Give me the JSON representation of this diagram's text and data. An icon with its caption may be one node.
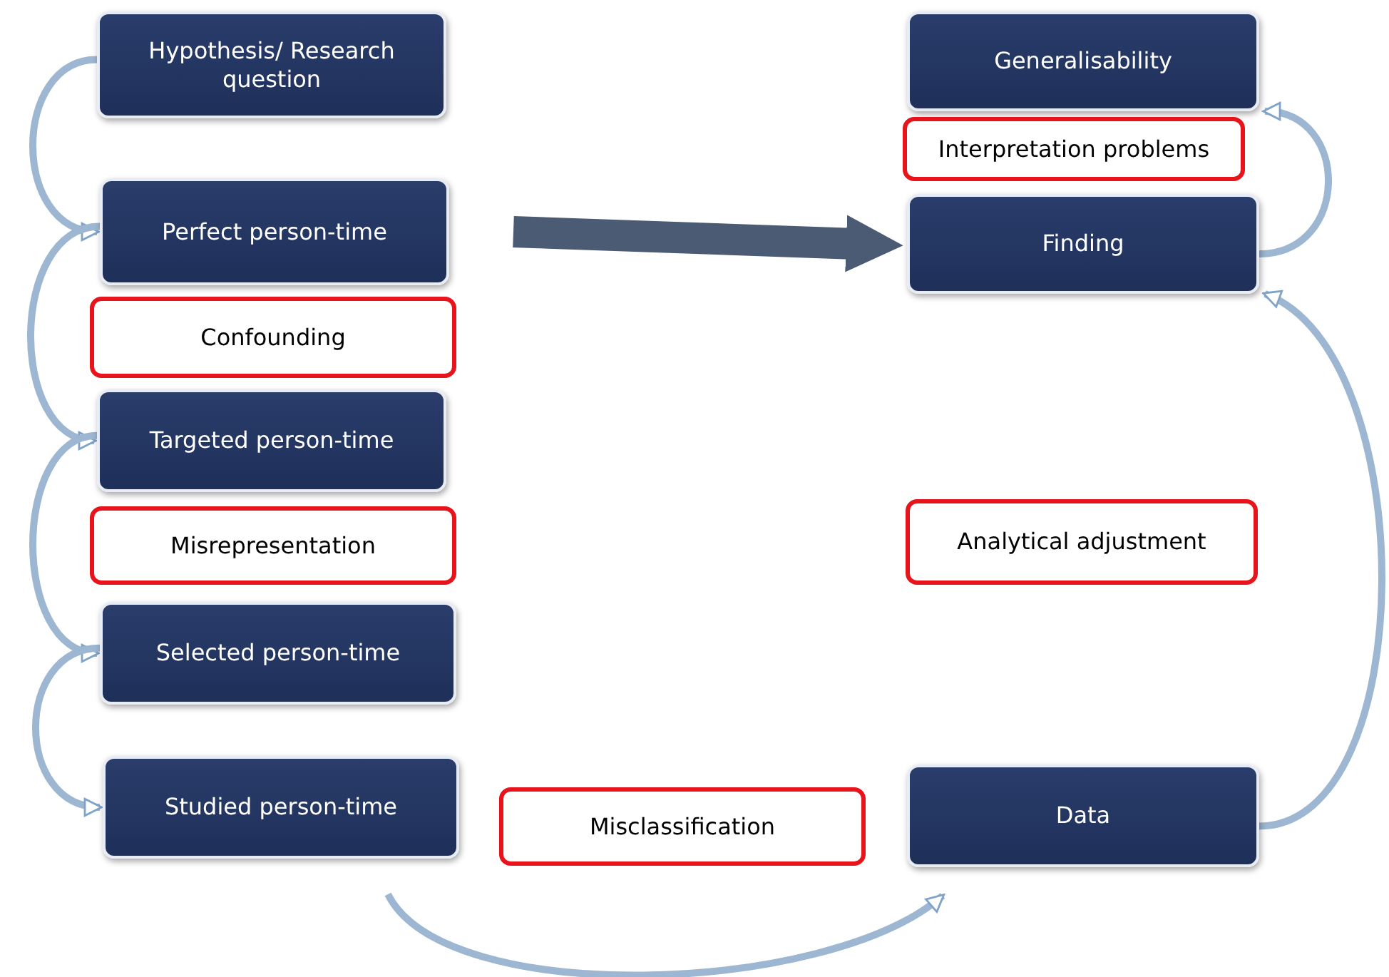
{
  "diagram": {
    "nodes": [
      {
        "text": [
          "Hypothesis/ Research question"
        ]
      },
      {
        "text": [
          "Perfect person-time"
        ]
      },
      {
        "text": [
          "Confounding"
        ]
      },
      {
        "text": [
          "Targeted person-time"
        ]
      },
      {
        "text": [
          "Misrepresentation"
        ]
      },
      {
        "text": [
          "Selected person-time"
        ]
      },
      {
        "text": [
          "Studied person-time"
        ]
      },
      {
        "text": [
          "Misclassification"
        ]
      },
      {
        "text": [
          "Generalisability"
        ]
      },
      {
        "text": [
          "Interpretation problems"
        ]
      },
      {
        "text": [
          "Finding"
        ]
      },
      {
        "text": [
          "Analytical adjustment"
        ]
      },
      {
        "text": [
          "Data"
        ]
      }
    ],
    "edges": [
      {
        "from": 0,
        "to": 1,
        "arrow": "to"
      },
      {
        "from": 1,
        "to": 3,
        "arrow": "to"
      },
      {
        "from": 3,
        "to": 5,
        "arrow": "to"
      },
      {
        "from": 5,
        "to": 6,
        "arrow": "to"
      },
      {
        "from": 6,
        "to": 12,
        "arrow": "to"
      },
      {
        "from": 12,
        "to": 10,
        "arrow": "to"
      },
      {
        "from": 10,
        "to": 8,
        "arrow": "to"
      },
      {
        "from": 1,
        "to": 10,
        "arrow": "to",
        "style": "thick",
        "color": "#4b5b73"
      }
    ]
  }
}
